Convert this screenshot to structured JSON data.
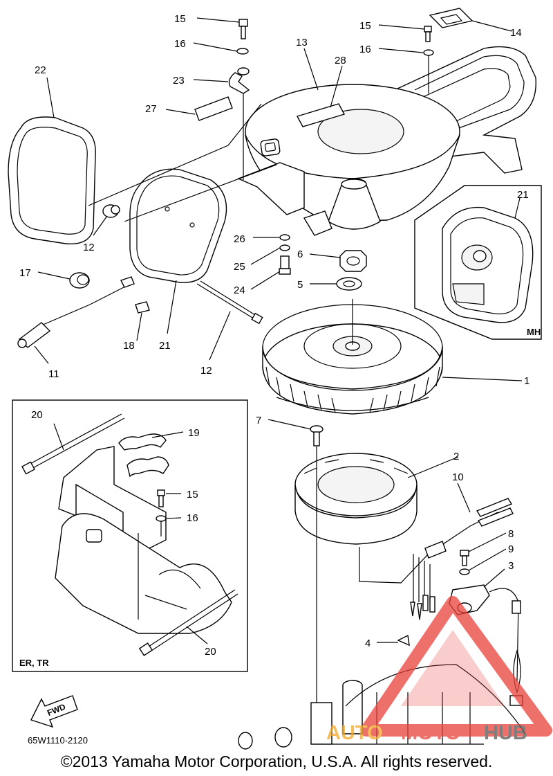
{
  "diagram": {
    "part_labels": [
      {
        "id": "p15a",
        "text": "15"
      },
      {
        "id": "p16a",
        "text": "16"
      },
      {
        "id": "p23",
        "text": "23"
      },
      {
        "id": "p27",
        "text": "27"
      },
      {
        "id": "p22",
        "text": "22"
      },
      {
        "id": "p13",
        "text": "13"
      },
      {
        "id": "p28",
        "text": "28"
      },
      {
        "id": "p15b",
        "text": "15"
      },
      {
        "id": "p16b",
        "text": "16"
      },
      {
        "id": "p14",
        "text": "14"
      },
      {
        "id": "p21a",
        "text": "21"
      },
      {
        "id": "p12a",
        "text": "12"
      },
      {
        "id": "p26",
        "text": "26"
      },
      {
        "id": "p6",
        "text": "6"
      },
      {
        "id": "p25",
        "text": "25"
      },
      {
        "id": "p17",
        "text": "17"
      },
      {
        "id": "p24",
        "text": "24"
      },
      {
        "id": "p5",
        "text": "5"
      },
      {
        "id": "p18",
        "text": "18"
      },
      {
        "id": "p21b",
        "text": "21"
      },
      {
        "id": "p12b",
        "text": "12"
      },
      {
        "id": "p11",
        "text": "11"
      },
      {
        "id": "p1",
        "text": "1"
      },
      {
        "id": "p20a",
        "text": "20"
      },
      {
        "id": "p19",
        "text": "19"
      },
      {
        "id": "p7",
        "text": "7"
      },
      {
        "id": "p2",
        "text": "2"
      },
      {
        "id": "p15c",
        "text": "15"
      },
      {
        "id": "p16c",
        "text": "16"
      },
      {
        "id": "p10",
        "text": "10"
      },
      {
        "id": "p8",
        "text": "8"
      },
      {
        "id": "p9",
        "text": "9"
      },
      {
        "id": "p3",
        "text": "3"
      },
      {
        "id": "p4",
        "text": "4"
      },
      {
        "id": "p20b",
        "text": "20"
      }
    ],
    "inset_mh_label": "MH",
    "inset_ertr_label": "ER, TR",
    "fwd_label": "FWD",
    "diagram_code": "65W1110-2120"
  },
  "watermark": {
    "part1": "AUTO",
    "part2": "MOTO",
    "part3": "HUB",
    "color_primary": "#e8413a",
    "color_accent": "#f5a623"
  },
  "footer": {
    "copyright": "©2013 Yamaha Motor Corporation, U.S.A. All rights reserved."
  }
}
